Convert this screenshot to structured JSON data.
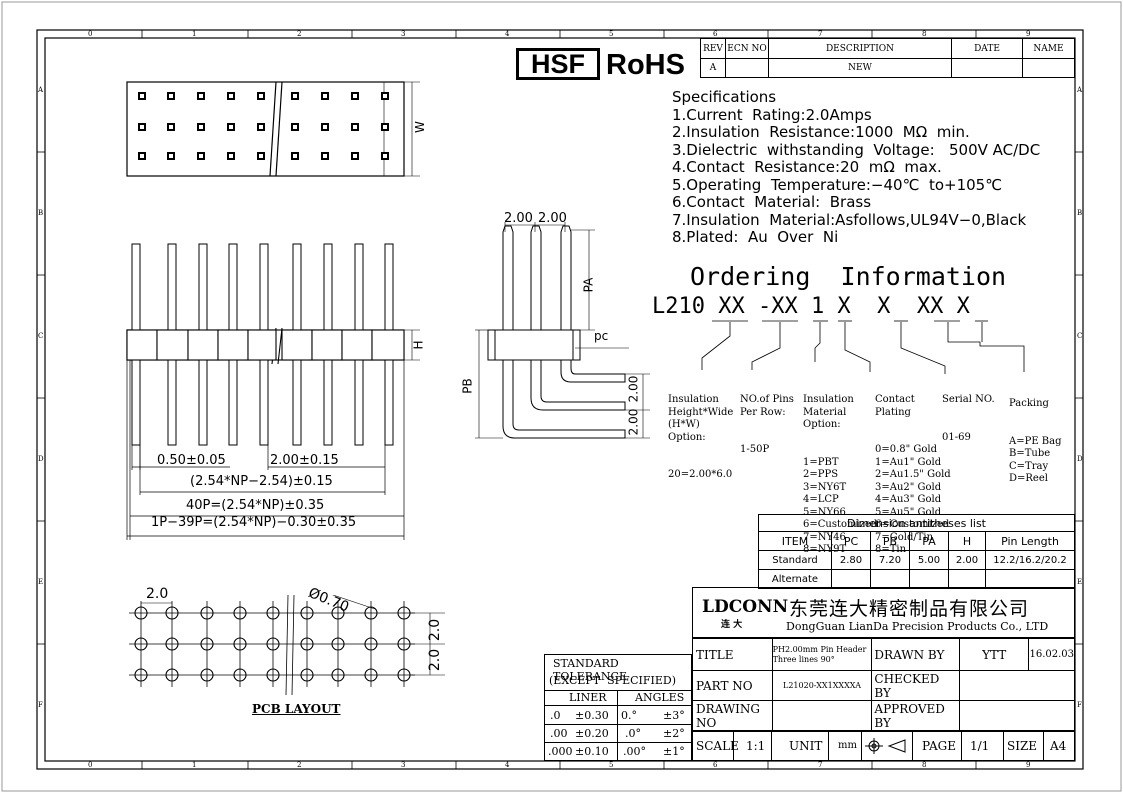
{
  "logos": {
    "hsf": "HSF",
    "rohs": "RoHS"
  },
  "revision": {
    "headers": [
      "REV",
      "ECN NO",
      "DESCRIPTION",
      "DATE",
      "NAME"
    ],
    "row": [
      "A",
      "",
      "NEW",
      "",
      ""
    ]
  },
  "border": {
    "cols": [
      "0",
      "1",
      "2",
      "3",
      "4",
      "5",
      "6",
      "7",
      "8",
      "9"
    ],
    "rows": [
      "A",
      "B",
      "C",
      "D",
      "E",
      "F"
    ]
  },
  "specifications": {
    "title": "Specifications",
    "items": [
      "1.Current  Rating:2.0Amps",
      "2.Insulation  Resistance:1000  MΩ  min.",
      "3.Dielectric  withstanding  Voltage:   500V AC/DC",
      "4.Contact  Resistance:20  mΩ  max.",
      "5.Operating  Temperature:−40℃  to+105℃",
      "6.Contact  Material:  Brass",
      "7.Insulation  Material:Asfollows,UL94V−0,Black",
      "8.Plated:  Au  Over  Ni"
    ]
  },
  "ordering": {
    "title": "Ordering  Information",
    "code": "L210 XX -XX 1 X  X  XX X",
    "columns": [
      {
        "title": "Insulation\nHeight*Wide\n(H*W)\nOption:",
        "lines": "20=2.00*6.0"
      },
      {
        "title": "NO.of Pins\nPer Row:",
        "lines": "1-50P"
      },
      {
        "title": "Insulation\nMaterial\nOption:",
        "lines": "1=PBT\n2=PPS\n3=NY6T\n4=LCP\n5=NY66\n6=Customized\n7=NY46\n8=NY9T"
      },
      {
        "title": "Contact\nPlating",
        "lines": "0=0.8\" Gold\n1=Au1\" Gold\n2=Au1.5\" Gold\n3=Au2\" Gold\n4=Au3\" Gold\n5=Au5\" Gold\n6=Customized\n7=Gold/Tin\n8=Tin"
      },
      {
        "title": "Serial NO.",
        "lines": "01-69"
      },
      {
        "title": "Packing",
        "lines": "A=PE Bag\nB=Tube\nC=Tray\nD=Reel"
      }
    ]
  },
  "dimension_table": {
    "title": "Dimension antitheses list",
    "headers": [
      "ITEM",
      "PC",
      "PB",
      "PA",
      "H",
      "Pin Length"
    ],
    "rows": [
      [
        "Standard",
        "2.80",
        "7.20",
        "5.00",
        "2.00",
        "12.2/16.2/20.2"
      ],
      [
        "Alternate",
        "",
        "",
        "",
        "",
        ""
      ]
    ]
  },
  "drawing_labels": {
    "W": "W",
    "H": "H",
    "PA": "PA",
    "PB": "PB",
    "pc": "pc",
    "pitch_top": [
      "2.00",
      "2.00"
    ],
    "side_pitch": [
      "2.00",
      "2.00"
    ],
    "dim_pin": "0.50±0.05",
    "dim_pitch": "2.00±0.15",
    "dim_row": "(2.54*NP−2.54)±0.15",
    "dim_40p": "40P=(2.54*NP)±0.35",
    "dim_1p": "1P−39P=(2.54*NP)−0.30±0.35",
    "pcb_pitch": "2.0",
    "pcb_hole": "Ø0.70",
    "pcb_row": [
      "2.0",
      "2.0"
    ],
    "pcb_caption": "PCB LAYOUT"
  },
  "company": {
    "logo": "LDCONN",
    "logo_sub": "连 大",
    "name_cn": "东莞连大精密制品有限公司",
    "name_en": "DongGuan LianDa Precision Products Co., LTD"
  },
  "tolerance": {
    "title": "STANDARD TOLERANCE",
    "subtitle": "(EXCEPT  SPECIFIED)",
    "col_liner": "LINER",
    "col_angles": "ANGLES",
    "rows": [
      [
        ".0",
        "±0.30",
        "0.°",
        "±3°"
      ],
      [
        ".00",
        "±0.20",
        ".0°",
        "±2°"
      ],
      [
        ".000",
        "±0.10",
        ".00°",
        "±1°"
      ]
    ]
  },
  "title_block": {
    "title_label": "TITLE",
    "title_value": "PH2.00mm Pin Header\nThree lines 90°",
    "drawn_by_label": "DRAWN BY",
    "drawn_by": "YTT",
    "date": "16.02.03",
    "part_no_label": "PART NO",
    "part_no": "L21020-XX1XXXXA",
    "checked_by_label": "CHECKED BY",
    "drawing_no_label": "DRAWING NO",
    "approved_by_label": "APPROVED BY",
    "scale_label": "SCALE",
    "scale": "1:1",
    "unit_label": "UNIT",
    "unit": "mm",
    "page_label": "PAGE",
    "page": "1/1",
    "size_label": "SIZE",
    "size": "A4"
  }
}
